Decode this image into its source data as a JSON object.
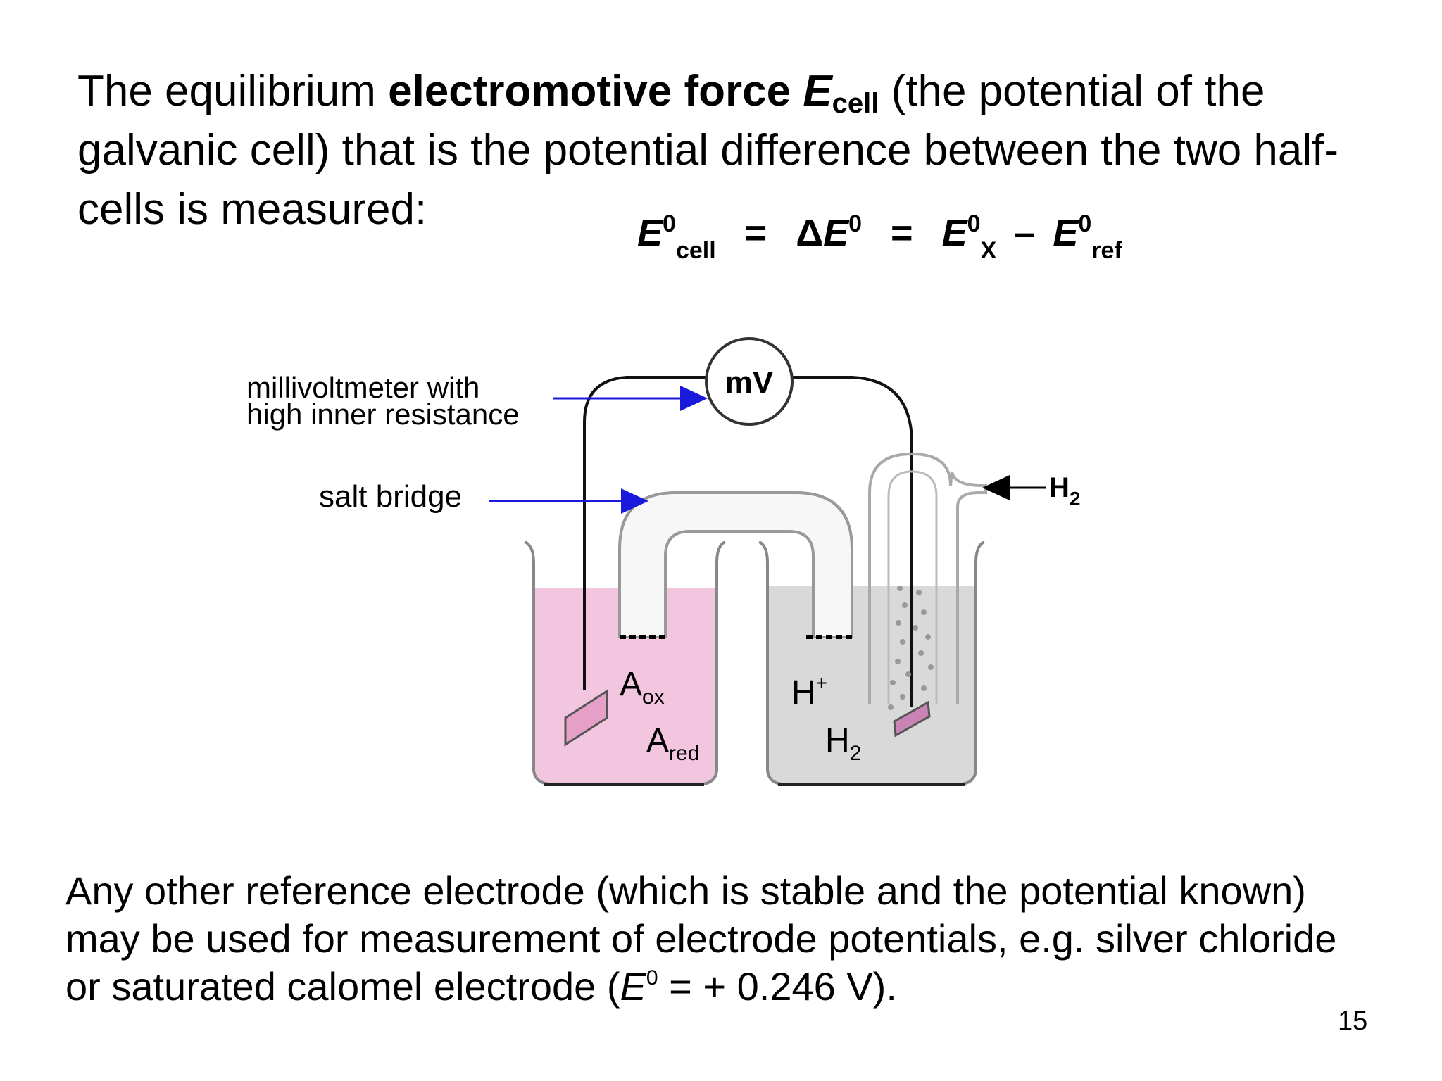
{
  "intro": {
    "part1": "The equilibrium ",
    "bold_term": "electromotive force ",
    "symbol": "E",
    "symbol_sub": "cell",
    "part2": " (the potential of the galvanic cell) that is the potential difference between the two half-cells is measured:"
  },
  "equation": {
    "e": "E",
    "zero": "0",
    "cell_sub": "cell",
    "equals": "=",
    "delta": "Δ",
    "minus": "–",
    "x_sub": "X",
    "ref_sub": "ref"
  },
  "diagram": {
    "meter_label": "mV",
    "millivoltmeter_label_line1": "millivoltmeter with",
    "millivoltmeter_label_line2": "high inner resistance",
    "salt_bridge_label": "salt bridge",
    "h2_inlet_label": "H",
    "h2_inlet_sub": "2",
    "left_species_ox": "A",
    "left_species_ox_sub": "ox",
    "left_species_red": "A",
    "left_species_red_sub": "red",
    "right_species_ion": "H",
    "right_species_ion_sup": "+",
    "right_species_gas": "H",
    "right_species_gas_sub": "2",
    "colors": {
      "left_solution": "#f2c6df",
      "right_solution": "#d9d9d9",
      "electrode": "#e6a0c8",
      "arrow": "#1a1adb"
    }
  },
  "outro": {
    "line1": "Any other reference electrode (which is stable and the potential known)",
    "line2": "may be used for measurement of electrode potentials, e.g. silver chloride",
    "line3_a": "or saturated calomel electrode (",
    "line3_e": "E",
    "line3_sup": "0",
    "line3_b": " = +  0.246 V)."
  },
  "slide_number": "15"
}
